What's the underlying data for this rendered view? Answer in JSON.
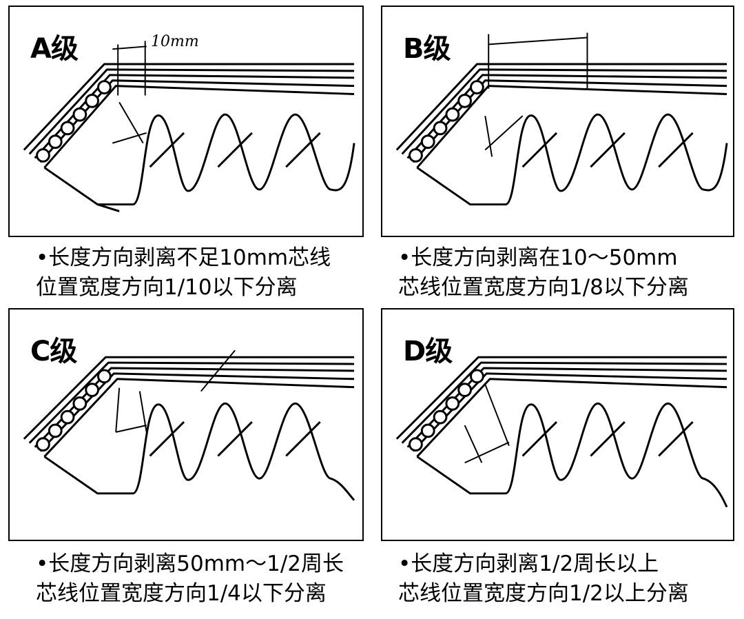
{
  "panels": [
    {
      "grade": "A级",
      "annotation": "10mm",
      "caption_line1": "•长度方向剥离不足10mm芯线",
      "caption_line2": "位置宽度方向1/10以下分离"
    },
    {
      "grade": "B级",
      "annotation": "",
      "caption_line1": "•长度方向剥离在10～50mm",
      "caption_line2": "芯线位置宽度方向1/8以下分离"
    },
    {
      "grade": "C级",
      "annotation": "",
      "caption_line1": "•长度方向剥离50mm～1/2周长",
      "caption_line2": "芯线位置宽度方向1/4以下分离"
    },
    {
      "grade": "D级",
      "annotation": "",
      "caption_line1": "•长度方向剥离1/2周长以上",
      "caption_line2": "芯线位置宽度方向1/2以上分离"
    }
  ],
  "colors": {
    "ink": "#000000",
    "background": "#ffffff"
  }
}
